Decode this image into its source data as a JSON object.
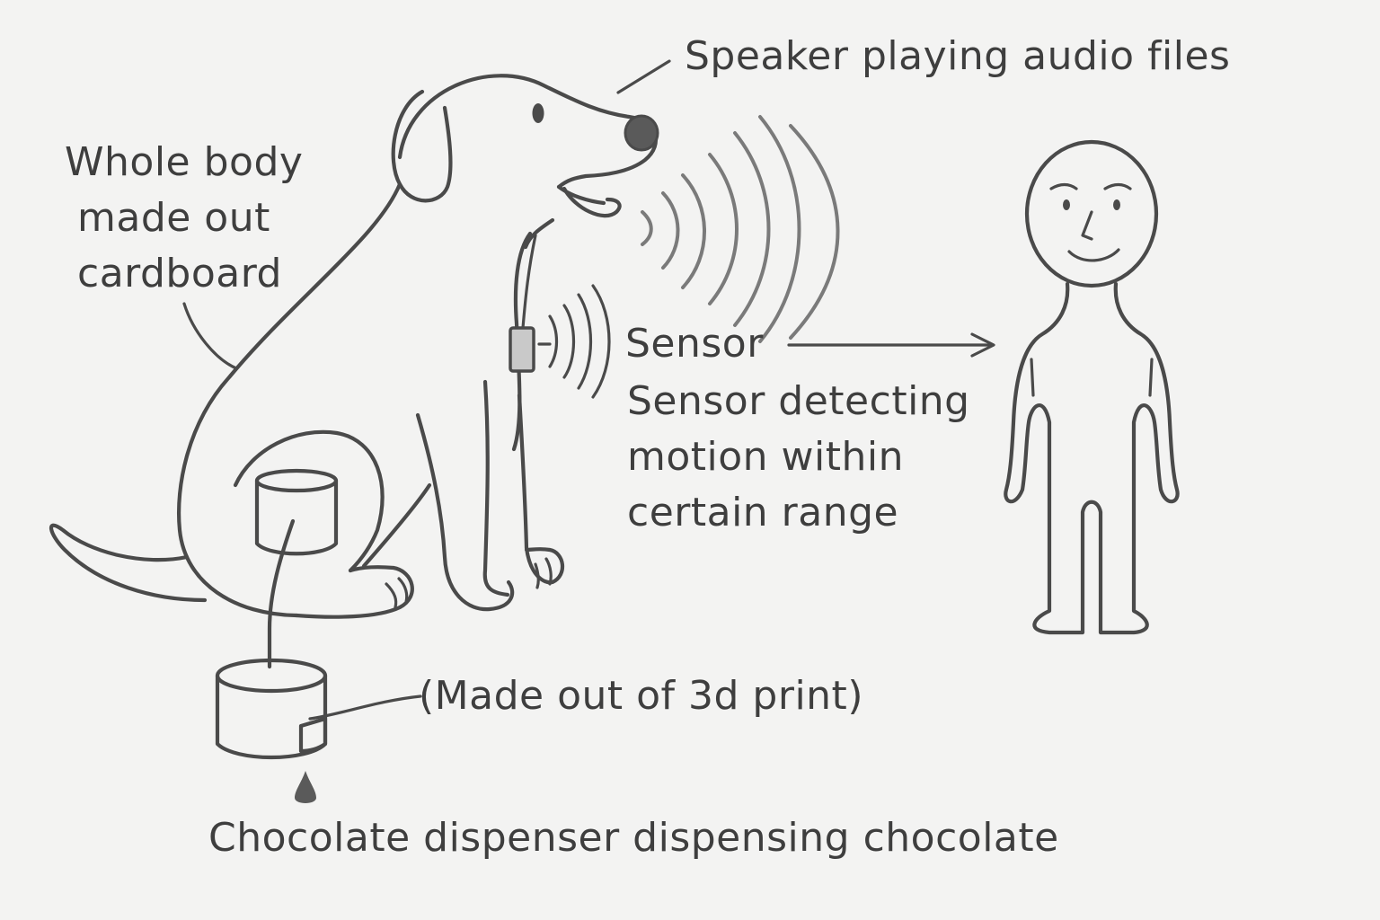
{
  "labels": {
    "speaker": "Speaker playing audio files",
    "body": [
      "Whole body",
      "made out",
      "cardboard"
    ],
    "sensor_title": "Sensor",
    "sensor_desc": [
      "Sensor detecting",
      "motion within",
      "certain range"
    ],
    "print_note": "(Made out of 3d print)",
    "dispenser": "Chocolate dispenser dispensing chocolate"
  },
  "colors": {
    "background": "#f3f3f2",
    "ink": "#4a4a4a",
    "sound_wave": "#7a7a7a",
    "sensor_fill": "#c9c9c9",
    "nose_fill": "#5a5a5a"
  }
}
